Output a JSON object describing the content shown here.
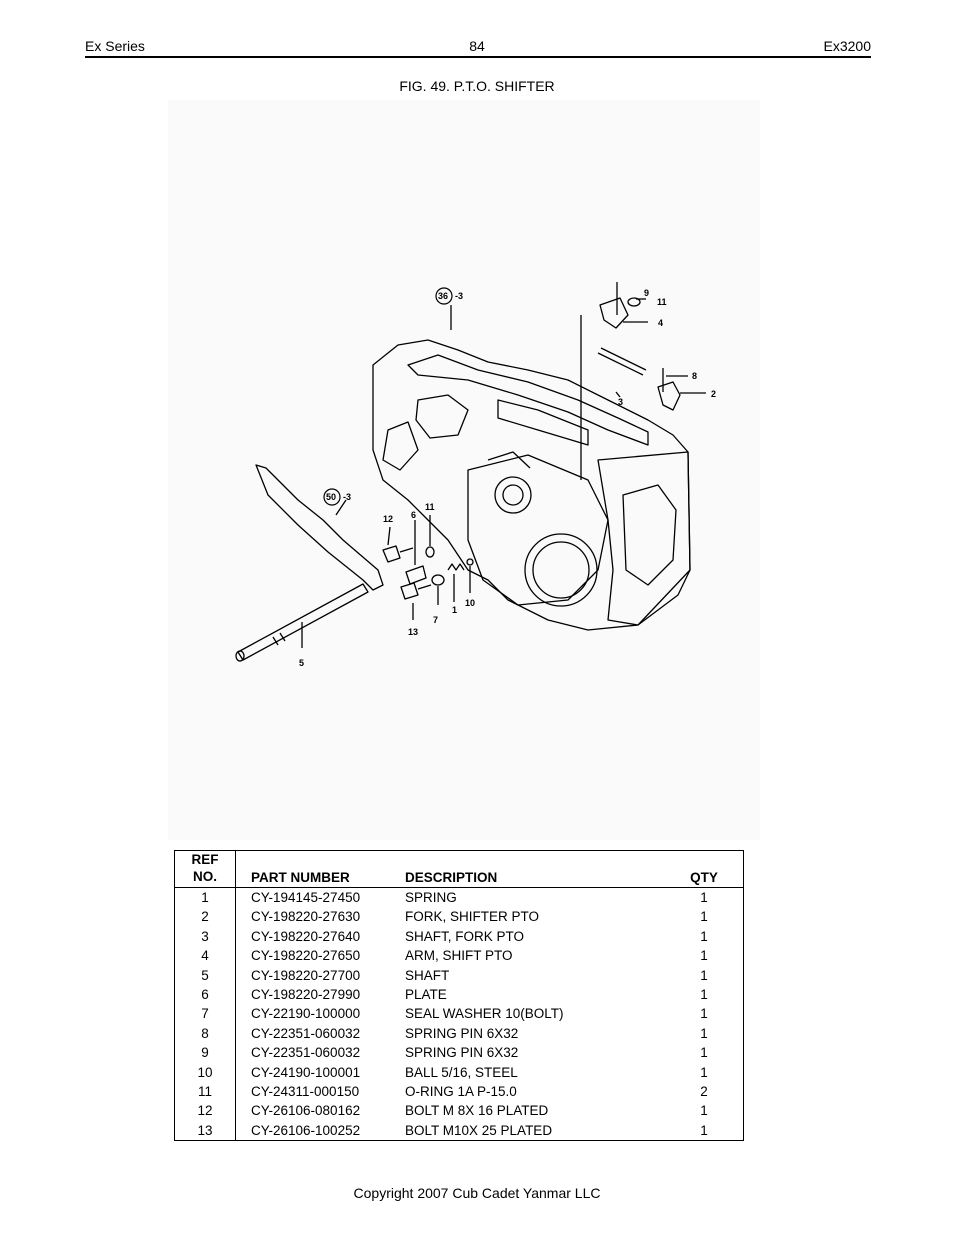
{
  "header": {
    "left": "Ex Series",
    "page_number": "84",
    "right": "Ex3200"
  },
  "figure": {
    "title": "FIG. 49. P.T.O. SHIFTER",
    "callouts": {
      "c36": "36",
      "c36_suffix": "-3",
      "c50": "50",
      "c50_suffix": "-3",
      "c1": "1",
      "c2": "2",
      "c3": "3",
      "c4": "4",
      "c5": "5",
      "c6": "6",
      "c7": "7",
      "c8": "8",
      "c9": "9",
      "c10": "10",
      "c11a": "11",
      "c11b": "11",
      "c12": "12",
      "c13": "13"
    }
  },
  "table": {
    "headers": {
      "ref_line1": "REF",
      "ref_line2": "NO.",
      "part": "PART NUMBER",
      "desc": "DESCRIPTION",
      "qty": "QTY"
    },
    "rows": [
      {
        "ref": "1",
        "part": "CY-194145-27450",
        "desc": "SPRING",
        "qty": "1"
      },
      {
        "ref": "2",
        "part": "CY-198220-27630",
        "desc": "FORK, SHIFTER PTO",
        "qty": "1"
      },
      {
        "ref": "3",
        "part": "CY-198220-27640",
        "desc": "SHAFT, FORK PTO",
        "qty": "1"
      },
      {
        "ref": "4",
        "part": "CY-198220-27650",
        "desc": "ARM, SHIFT PTO",
        "qty": "1"
      },
      {
        "ref": "5",
        "part": "CY-198220-27700",
        "desc": "SHAFT",
        "qty": "1"
      },
      {
        "ref": "6",
        "part": "CY-198220-27990",
        "desc": "PLATE",
        "qty": "1"
      },
      {
        "ref": "7",
        "part": "CY-22190-100000",
        "desc": "SEAL WASHER 10(BOLT)",
        "qty": "1"
      },
      {
        "ref": "8",
        "part": "CY-22351-060032",
        "desc": "SPRING PIN 6X32",
        "qty": "1"
      },
      {
        "ref": "9",
        "part": "CY-22351-060032",
        "desc": "SPRING PIN 6X32",
        "qty": "1"
      },
      {
        "ref": "10",
        "part": "CY-24190-100001",
        "desc": "BALL 5/16, STEEL",
        "qty": "1"
      },
      {
        "ref": "11",
        "part": "CY-24311-000150",
        "desc": "O-RING 1A P-15.0",
        "qty": "2"
      },
      {
        "ref": "12",
        "part": "CY-26106-080162",
        "desc": "BOLT M 8X 16 PLATED",
        "qty": "1"
      },
      {
        "ref": "13",
        "part": "CY-26106-100252",
        "desc": "BOLT M10X 25 PLATED",
        "qty": "1"
      }
    ]
  },
  "footer": {
    "copyright": "Copyright 2007 Cub Cadet Yanmar LLC"
  }
}
